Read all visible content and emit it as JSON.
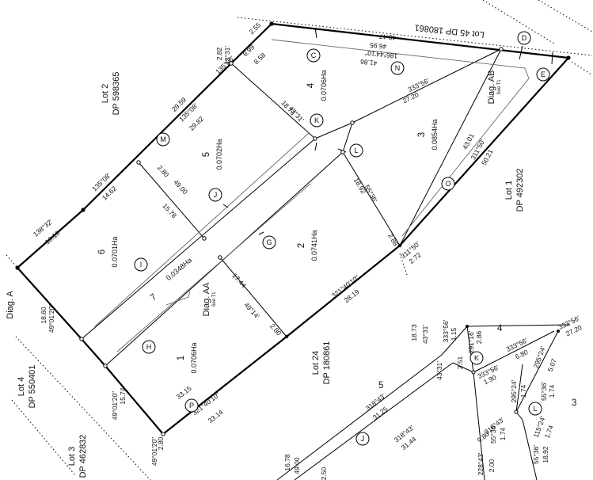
{
  "diagram": {
    "lots": {
      "lot1": {
        "number": "1",
        "area": "0.0706Ha"
      },
      "lot2": {
        "number": "2",
        "area": "0.0741Ha"
      },
      "lot3": {
        "number": "3",
        "area": "0.0854Ha"
      },
      "lot4": {
        "number": "4",
        "area": "0.0706Ha"
      },
      "lot5": {
        "number": "5",
        "area": "0.0702Ha"
      },
      "lot6": {
        "number": "6",
        "area": "0.0701Ha"
      },
      "lot7": {
        "number": "7",
        "area": "0.0348Ha"
      }
    },
    "adjoining": {
      "lot2_dp": {
        "line1": "Lot 2",
        "line2": "DP 598365"
      },
      "lot45_dp": {
        "text": "Lot 45 DP 180861"
      },
      "lot1_dp": {
        "line1": "Lot 1",
        "line2": "DP 492302"
      },
      "lot24_dp": {
        "line1": "Lot 24",
        "line2": "DP 180861"
      },
      "lot4_dp": {
        "line1": "Lot 4",
        "line2": "DP 550401"
      },
      "lot3_dp": {
        "line1": "Lot 3",
        "line2": "DP 462832"
      },
      "diag_a": "Diag. A"
    },
    "diagrams": {
      "aa": {
        "title": "Diag. AA",
        "see": "See T1"
      },
      "ab": {
        "title": "Diag. AB",
        "see": "See T1"
      }
    },
    "markers": [
      "C",
      "D",
      "E",
      "N",
      "K",
      "L",
      "M",
      "J",
      "I",
      "G",
      "H",
      "O",
      "P"
    ],
    "inset_markers": [
      "K",
      "L",
      "J"
    ],
    "dims": {
      "top_48": "48.47",
      "top_46": "46.95",
      "top_186": "186°44'10\"",
      "top_41": "41.86",
      "d_255": "2.55",
      "d_899": "8.99",
      "d_858": "8.58",
      "d_282": "2.82",
      "d_4331": "43°31'",
      "d_13508a": "135°08'",
      "d_2959": "29.59",
      "d_13508b": "135°08'",
      "d_2982": "29.82",
      "d_13508c": "135°08'",
      "d_1462": "14.62",
      "d_13832": "138°32'",
      "d_1810": "18.10",
      "d_1873": "18.73",
      "d_4331b": "43°31'",
      "d_33356": "333°56'",
      "d_2720": "27.20",
      "d_280": "2.80",
      "d_4900": "49.00",
      "d_1578": "15.78",
      "d_4301": "43.01",
      "d_31150": "311°50'",
      "d_5021": "50.21",
      "d_1892": "18.92",
      "d_5536": "55°36'",
      "d_288": "2.88",
      "d_31150b": "311°50'",
      "d_272": "2.72",
      "d_32140": "321°40'10\"",
      "d_2819": "28.19",
      "d_1744": "17.44",
      "d_4914": "49°14'",
      "d_280b": "2.80",
      "d_3315": "33.15",
      "d_32140b": "321°40'10\"",
      "d_3314": "33.14",
      "d_1860": "18.60",
      "d_4901": "49°01'20\"",
      "d_1574": "15.74",
      "d_4901b": "49°01'20\"",
      "d_280c": "2.80",
      "d_4901c": "49°01'20\""
    },
    "inset_dims": {
      "i_1873": "18.73",
      "i_4331": "43°31'",
      "i_33356": "333°56'",
      "i_115": "1.15",
      "i_29116": "291°16'",
      "i_286": "2.86",
      "i_4331b": "43°31'",
      "i_251": "2.51",
      "i_33356b": "333°56'",
      "i_190": "1.90",
      "i_33356c": "333°56'",
      "i_680": "6.80",
      "i_33356d": "333°56'",
      "i_2720": "27.20",
      "i_29524": "295°24'",
      "i_507": "5.07",
      "i_29524b": "295°24'",
      "i_174": "1.74",
      "i_5536": "55°36'",
      "i_174b": "1.74",
      "i_11524": "115°24'",
      "i_174c": "1.74",
      "i_4": "4",
      "i_3": "3",
      "i_5": "5",
      "i_31843": "318°43'",
      "i_3125": "31.25",
      "i_31843b": "318°43'",
      "i_3144": "31.44",
      "i_31843c": "318°43'",
      "i_980": "9.80",
      "i_5536b": "55°36'",
      "i_174d": "1.74",
      "i_5536c": "55°36'",
      "i_1892": "18.92",
      "i_22843": "228°43'",
      "i_200": "2.00",
      "i_1678": "16.78",
      "i_4900": "49.00",
      "i_250": "2.50"
    }
  }
}
